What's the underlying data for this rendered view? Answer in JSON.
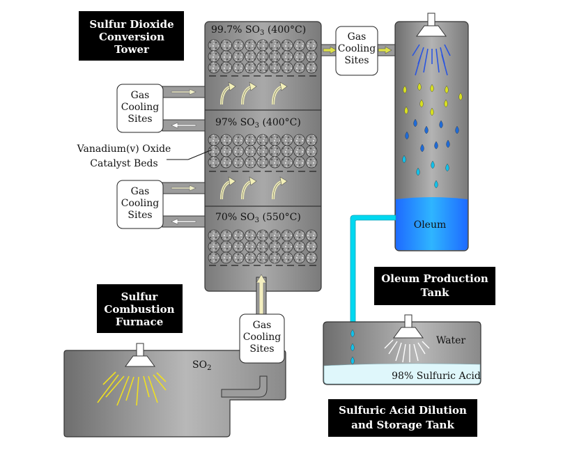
{
  "labels": {
    "conversion_tower": [
      "Sulfur Dioxide",
      "Conversion",
      "Tower"
    ],
    "combustion_furnace": [
      "Sulfur",
      "Combustion",
      "Furnace"
    ],
    "oleum_tank": [
      "Oleum Production",
      "Tank"
    ],
    "dilution_tank": [
      "Sulfuric Acid Dilution",
      "and Storage Tank"
    ],
    "catalyst_beds": [
      "Vanadium(v) Oxide",
      "Catalyst Beds"
    ],
    "gas_cooling": [
      "Gas",
      "Cooling",
      "Sites"
    ]
  },
  "tower_stages": [
    {
      "pct": "99.7%",
      "species": "SO",
      "sub": "3",
      "temp": "(400°C)"
    },
    {
      "pct": "97%",
      "species": "SO",
      "sub": "3",
      "temp": "(400°C)"
    },
    {
      "pct": "70%",
      "species": "SO",
      "sub": "3",
      "temp": "(550°C)"
    }
  ],
  "furnace_gas": {
    "species": "SO",
    "sub": "2"
  },
  "oleum_label": "Oleum",
  "water_label": "Water",
  "acid_label": "98% Sulfuric Acid",
  "colors": {
    "label_box": "#000000",
    "vessel_gray": "#8c8c8c",
    "oleum_blue": "#1ea0ff",
    "pipe_cyan": "#00d8f0",
    "acid_pale": "#dff7fb",
    "sulfur_yellow": "#f0e020"
  }
}
